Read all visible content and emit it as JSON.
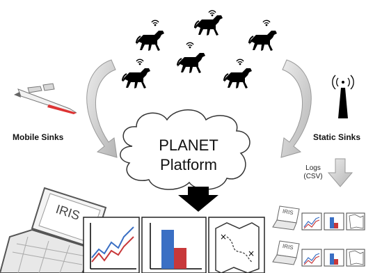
{
  "diagram": {
    "platform": {
      "line1": "PLANET",
      "line2": "Platform"
    },
    "mobile_sinks_label": "Mobile Sinks",
    "static_sinks_label": "Static Sinks",
    "logs_label_line1": "Logs",
    "logs_label_line2": "(CSV)",
    "laptop_screen_text": "IRIS",
    "mini_laptop_text": "IRIS",
    "icons": [
      "horse-icon",
      "wifi-icon",
      "drone-icon",
      "antenna-icon",
      "cloud-icon",
      "line-chart-icon",
      "bar-chart-icon",
      "map-icon",
      "laptop-icon"
    ],
    "colors": {
      "cloud_fill": "#ffffff",
      "arrow_gray": "#c8c8c8",
      "arrow_black": "#000000",
      "series_blue": "#3a6fc4",
      "series_red": "#c8383a"
    }
  }
}
